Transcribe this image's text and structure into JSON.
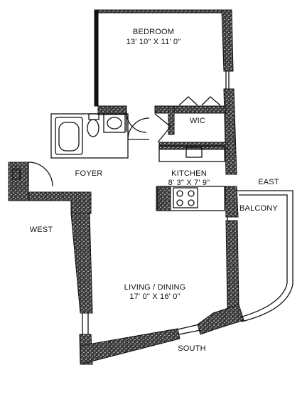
{
  "rooms": {
    "bedroom": {
      "name": "BEDROOM",
      "dimensions": "13' 10\" X 11' 0\""
    },
    "wic": {
      "name": "WIC"
    },
    "foyer": {
      "name": "FOYER"
    },
    "kitchen": {
      "name": "KITCHEN",
      "dimensions": "8' 3\" X 7' 9\""
    },
    "balcony": {
      "name": "BALCONY"
    },
    "living": {
      "name": "LIVING / DINING",
      "dimensions": "17' 0\" X 16' 0\""
    }
  },
  "compass": {
    "east": "EAST",
    "west": "WEST",
    "south": "SOUTH"
  },
  "colors": {
    "line": "#111111",
    "wall_fill": "#4a4a4a",
    "background": "#ffffff"
  }
}
